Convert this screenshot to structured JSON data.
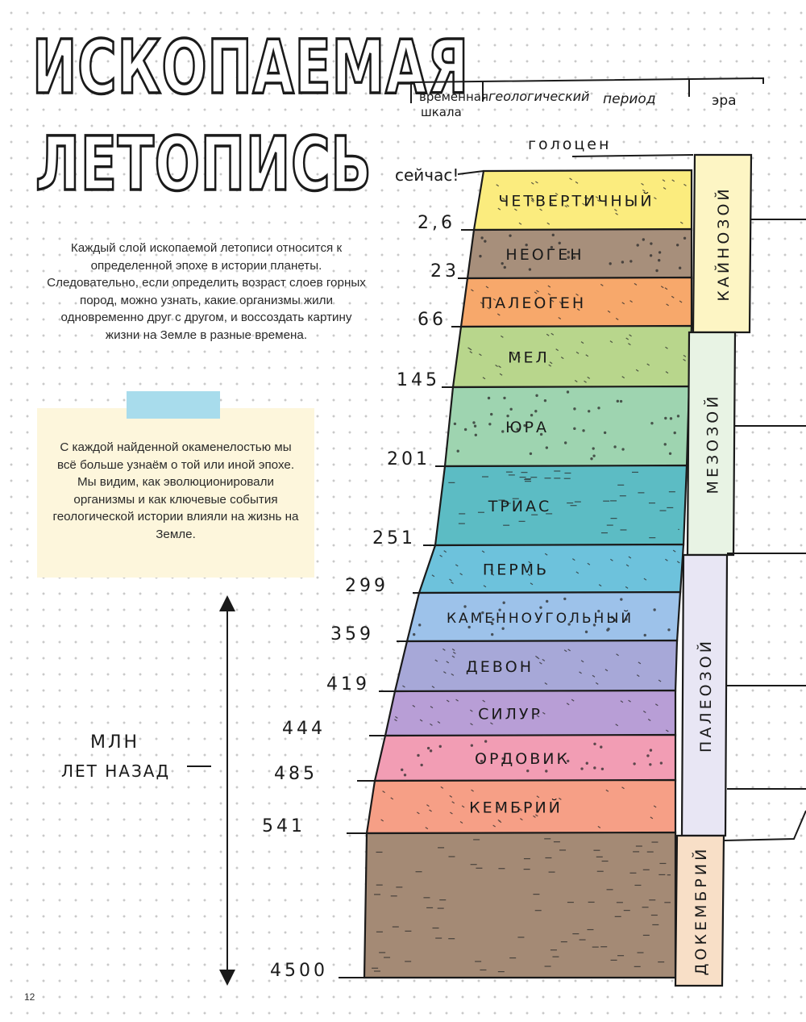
{
  "title": {
    "line1": "ИСКОПАЕМАЯ",
    "line2": "ЛЕТОПИСЬ"
  },
  "intro_text": "Каждый слой ископаемой летописи относится к определенной эпохе в истории планеты. Следовательно, если определить возраст слоев горных пород, можно узнать, какие организмы жили одновременно друг с другом, и воссоздать картину жизни на Земле в разные времена.",
  "note_text": "С каждой найденной окаменелостью мы всё больше узнаём о той или иной эпохе. Мы видим, как эволюционировали организмы и как ключевые события геологической истории влияли на жизнь на Земле.",
  "header": {
    "time_scale_line1": "временная",
    "time_scale_line2": "шкала",
    "period_word1": "геологический",
    "period_word2": "период",
    "era": "эра"
  },
  "holocene": "голоцен",
  "now_label": "сейчас!",
  "axis_label": {
    "line1": "МЛН",
    "line2": "ЛЕТ НАЗАД"
  },
  "periods": [
    {
      "name": "ЧЕТВЕРТИЧНЫЙ",
      "color": "#fbec7e"
    },
    {
      "name": "НЕОГЕН",
      "color": "#a78f7b"
    },
    {
      "name": "ПАЛЕОГЕН",
      "color": "#f7a86b"
    },
    {
      "name": "МЕЛ",
      "color": "#b8d68c"
    },
    {
      "name": "ЮРА",
      "color": "#9ed4b0"
    },
    {
      "name": "ТРИАС",
      "color": "#5cbcc4"
    },
    {
      "name": "ПЕРМЬ",
      "color": "#6dc2dc"
    },
    {
      "name": "КАМЕННОУГОЛЬНЫЙ",
      "color": "#9dc2ea"
    },
    {
      "name": "ДЕВОН",
      "color": "#a7a8d8"
    },
    {
      "name": "СИЛУР",
      "color": "#b89ed6"
    },
    {
      "name": "ОРДОВИК",
      "color": "#f29db4"
    },
    {
      "name": "КЕМБРИЙ",
      "color": "#f69f86"
    },
    {
      "name": "",
      "color": "#a48a75"
    }
  ],
  "boundaries": [
    "2,6",
    "23",
    "66",
    "145",
    "201",
    "251",
    "299",
    "359",
    "419",
    "444",
    "485",
    "541",
    "4500"
  ],
  "eras": [
    {
      "name": "КАЙНОЗОЙ",
      "color": "#fdf5c4"
    },
    {
      "name": "МЕЗОЗОЙ",
      "color": "#e8f3e4"
    },
    {
      "name": "ПАЛЕОЗОЙ",
      "color": "#e8e6f4"
    },
    {
      "name": "ДОКЕМБРИЙ",
      "color": "#f8dfc7"
    }
  ],
  "page_number": "12"
}
